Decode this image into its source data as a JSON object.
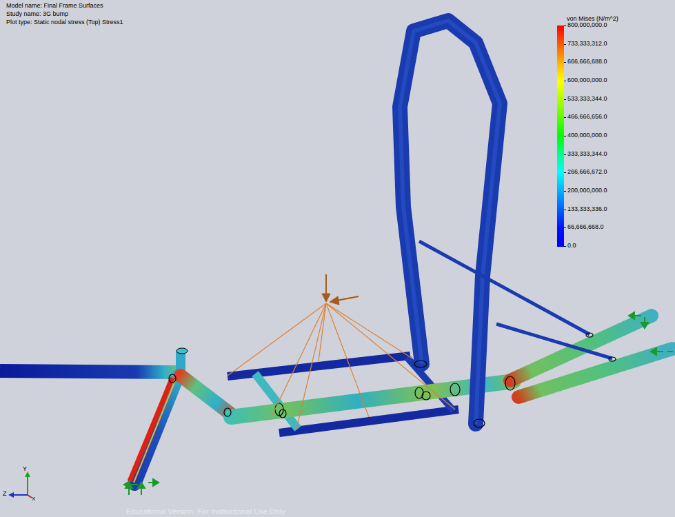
{
  "diagram": {
    "labels": [
      "Model name: Final Frame Surfaces",
      "Study name: 3G bump",
      "Plot type: Static nodal stress (Top) Stress1",
      "von Mises (N/m^2)",
      "Y",
      "Z",
      "X",
      "Educational Version. For Instructional Use Only"
    ],
    "legend": [
      {
        "text": "800,000,000.0",
        "color": "#ff0000"
      },
      {
        "text": "733,333,312.0",
        "color": "#ff5a00"
      },
      {
        "text": "666,666,688.0",
        "color": "#ffb000"
      },
      {
        "text": "600,000,000.0",
        "color": "#ffff00"
      },
      {
        "text": "533,333,344.0",
        "color": "#b0ff00"
      },
      {
        "text": "466,666,656.0",
        "color": "#5aff00"
      },
      {
        "text": "400,000,000.0",
        "color": "#00ff00"
      },
      {
        "text": "333,333,344.0",
        "color": "#00ff90"
      },
      {
        "text": "266,666,672.0",
        "color": "#00ffff"
      },
      {
        "text": "200,000,000.0",
        "color": "#00b0ff"
      },
      {
        "text": "133,333,336.0",
        "color": "#0060ff"
      },
      {
        "text": "66,666,668.0",
        "color": "#0010ff"
      },
      {
        "text": "0.0",
        "color": "#0000ff"
      }
    ]
  }
}
